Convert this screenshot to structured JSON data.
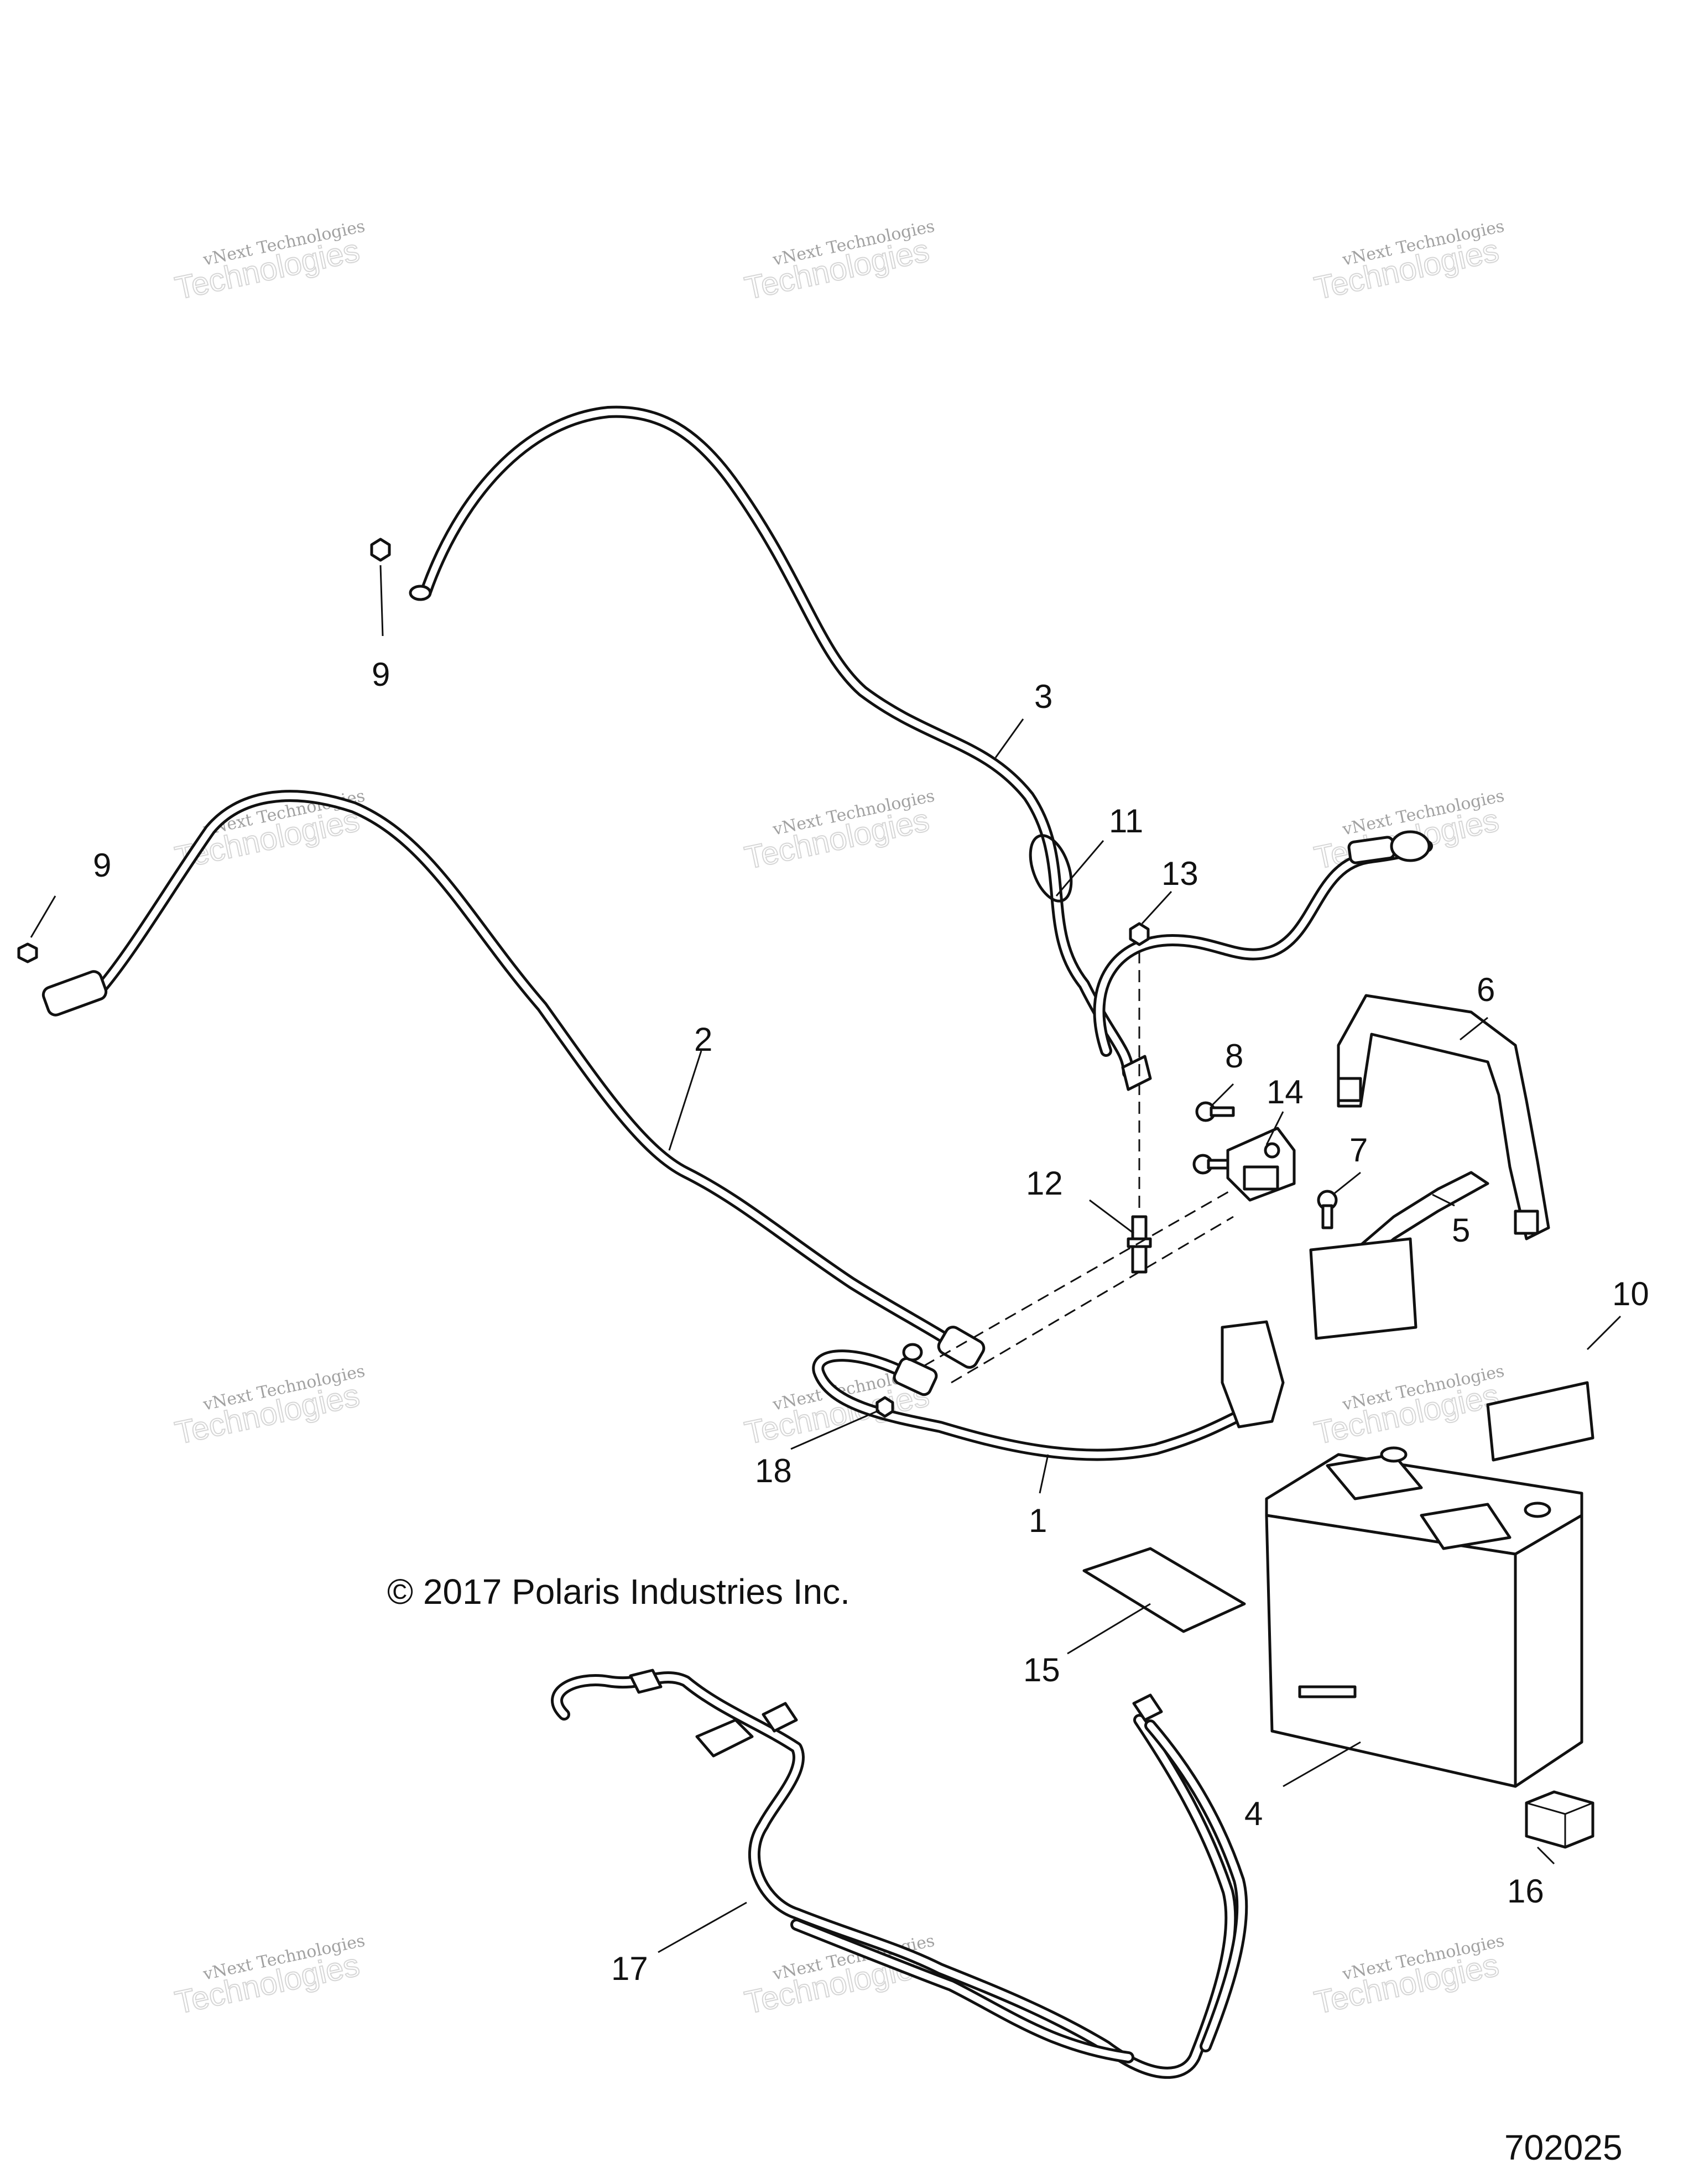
{
  "callouts": {
    "c1": "1",
    "c2": "2",
    "c3": "3",
    "c4": "4",
    "c5": "5",
    "c6": "6",
    "c7": "7",
    "c8": "8",
    "c9a": "9",
    "c9b": "9",
    "c10": "10",
    "c11": "11",
    "c12": "12",
    "c13": "13",
    "c14": "14",
    "c15": "15",
    "c16": "16",
    "c17": "17",
    "c18": "18"
  },
  "copyright": "© 2017 Polaris Industries Inc.",
  "figure_number": "702025",
  "watermark": {
    "line1": "vNext Technologies",
    "line2": "Technologies"
  }
}
